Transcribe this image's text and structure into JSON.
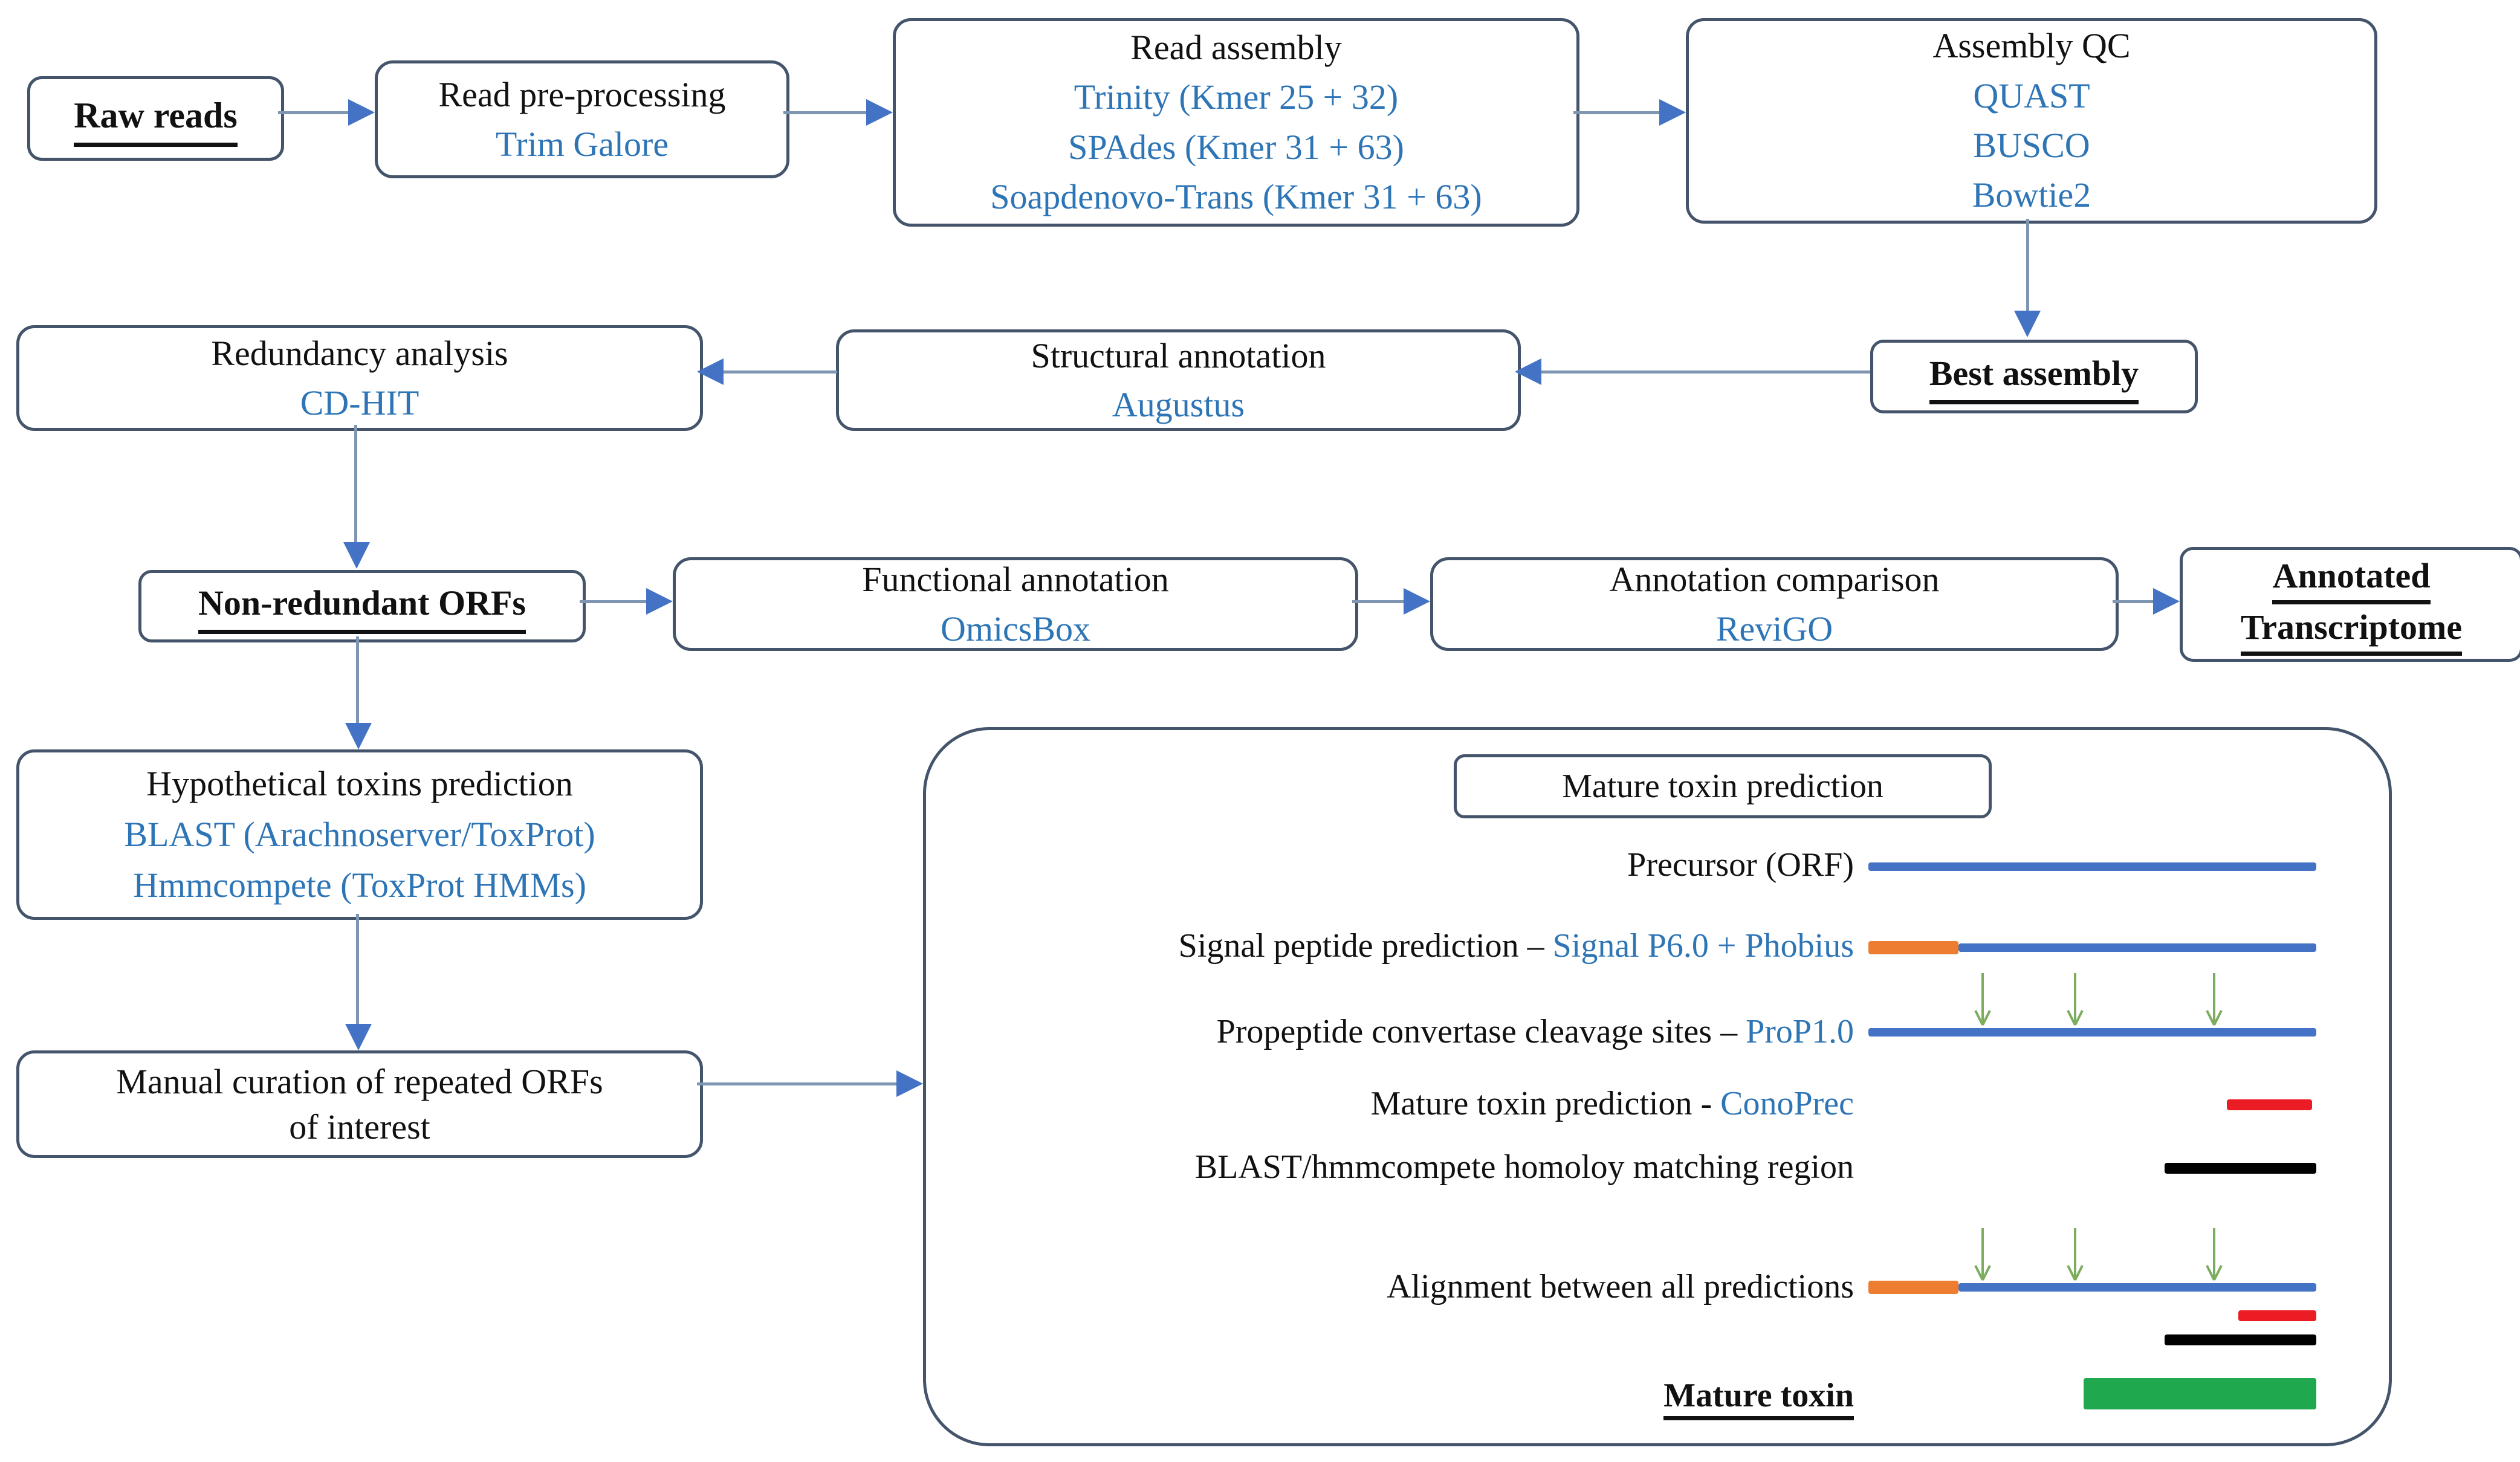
{
  "colors": {
    "box_border": "#44546A",
    "accent_blue": "#2E75B6",
    "connector": "#7F96B3",
    "arrowhead": "#4472C4",
    "bar_blue": "#4472C4",
    "bar_orange": "#ED7D31",
    "bar_red": "#EC1C24",
    "bar_black": "#000000",
    "bar_green": "#1FA84D",
    "arrow_green": "#7CAC5D"
  },
  "flow": {
    "raw_reads": "Raw reads",
    "read_preprocessing": {
      "title": "Read pre-processing",
      "tools": [
        "Trim Galore"
      ]
    },
    "read_assembly": {
      "title": "Read assembly",
      "tools": [
        "Trinity (Kmer 25 + 32)",
        "SPAdes (Kmer 31 + 63)",
        "Soapdenovo-Trans (Kmer 31 + 63)"
      ]
    },
    "assembly_qc": {
      "title": "Assembly QC",
      "tools": [
        "QUAST",
        "BUSCO",
        "Bowtie2"
      ]
    },
    "best_assembly": "Best assembly",
    "structural_annotation": {
      "title": "Structural annotation",
      "tools": [
        "Augustus"
      ]
    },
    "redundancy_analysis": {
      "title": "Redundancy analysis",
      "tools": [
        "CD-HIT"
      ]
    },
    "non_redundant_orfs": "Non-redundant ORFs",
    "functional_annotation": {
      "title": "Functional annotation",
      "tools": [
        "OmicsBox"
      ]
    },
    "annotation_comparison": {
      "title": "Annotation comparison",
      "tools": [
        "ReviGO"
      ]
    },
    "annotated_transcriptome": {
      "line1": "Annotated",
      "line2": "Transcriptome"
    },
    "hypothetical_toxins": {
      "title": "Hypothetical toxins prediction",
      "tools": [
        "BLAST (Arachnoserver/ToxProt)",
        "Hmmcompete (ToxProt HMMs)"
      ]
    },
    "manual_curation": {
      "line1": "Manual curation of repeated ORFs",
      "line2": "of interest"
    }
  },
  "mature_panel": {
    "title": "Mature toxin prediction",
    "precursor_label": "Precursor (ORF)",
    "signal_label": "Signal peptide prediction – ",
    "signal_tool": "Signal P6.0 + Phobius",
    "propeptide_label": "Propeptide convertase cleavage sites – ",
    "propeptide_tool": "ProP1.0",
    "mature_pred_label": "Mature toxin prediction - ",
    "mature_pred_tool": "ConoPrec",
    "blast_label": "BLAST/hmmcompete homoloy matching region",
    "alignment_label": "Alignment between all predictions",
    "mature_toxin_label": "Mature toxin"
  }
}
